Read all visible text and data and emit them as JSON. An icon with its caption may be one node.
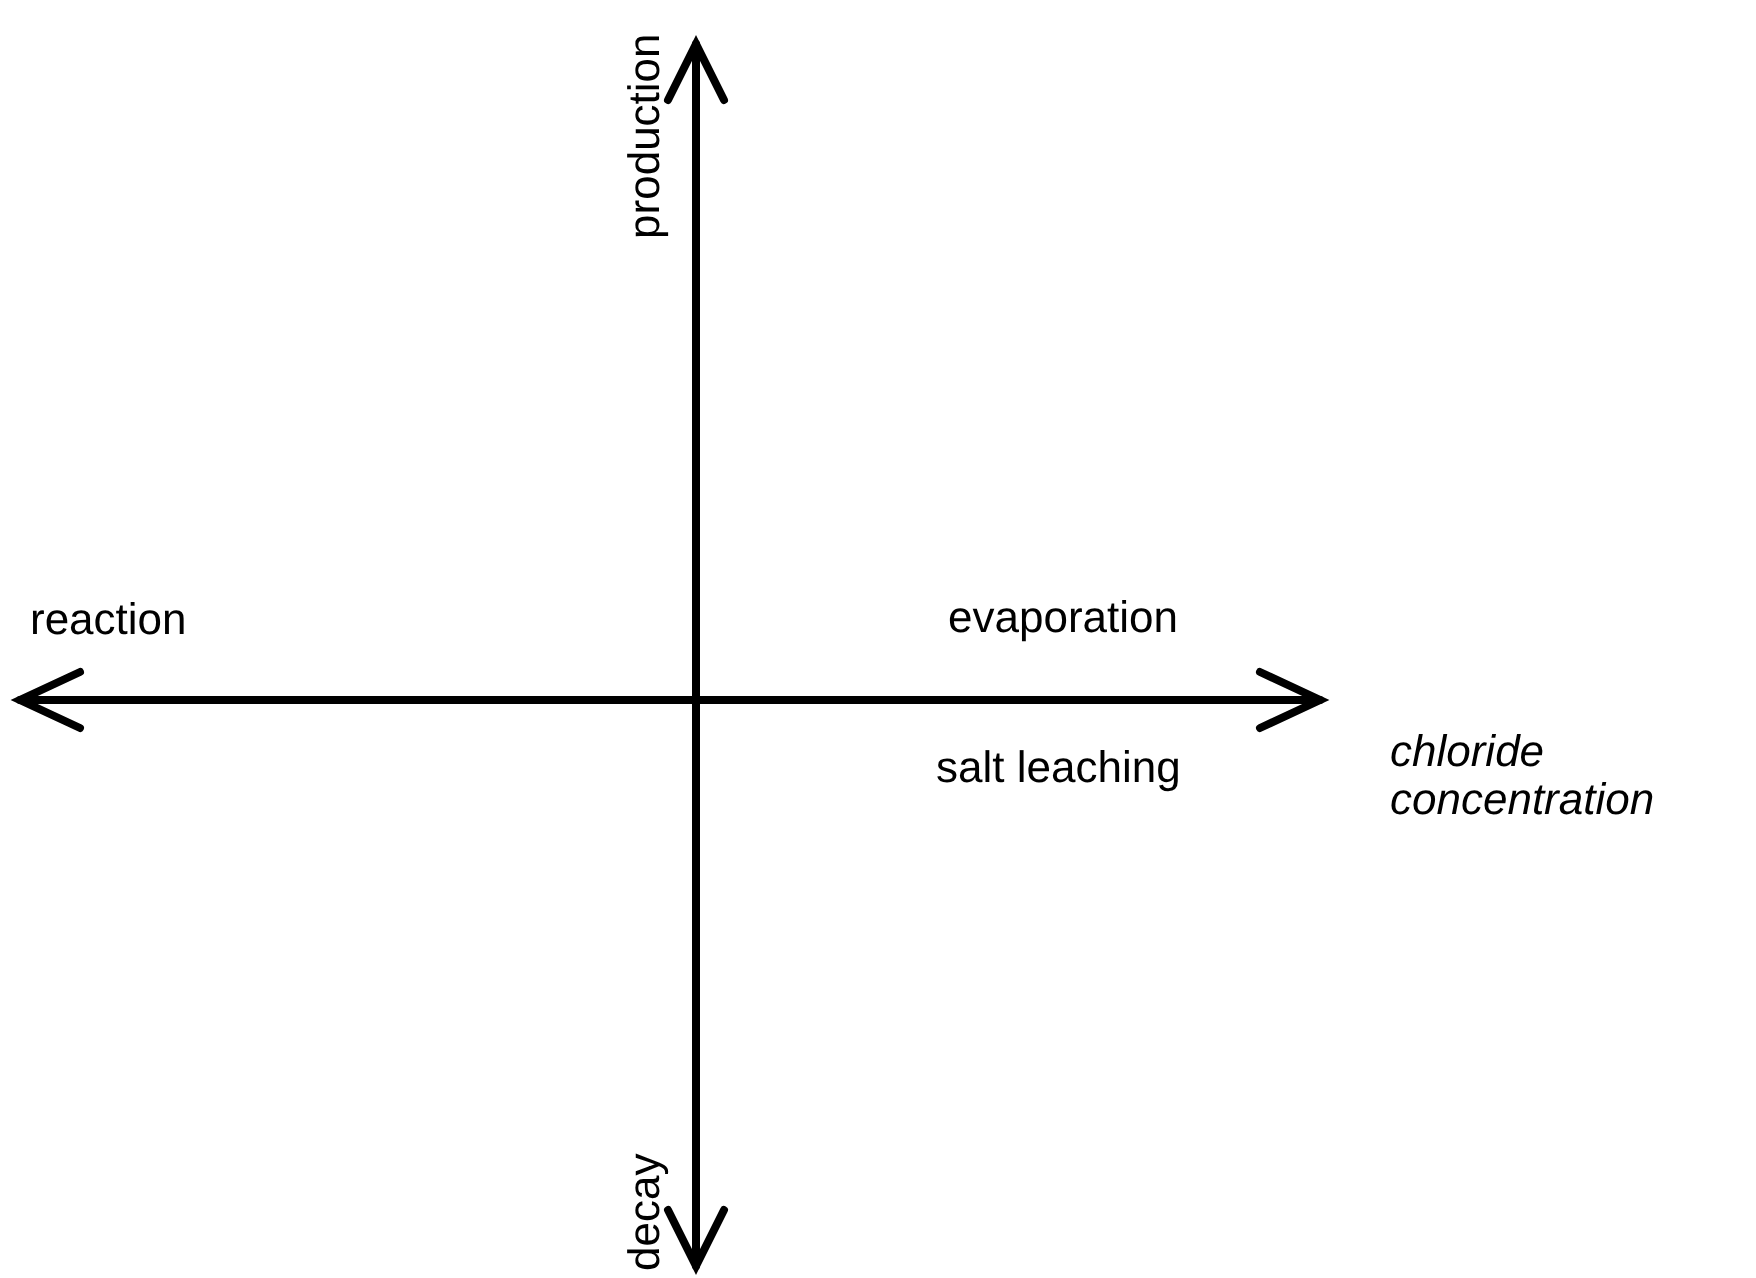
{
  "diagram": {
    "labels": [
      "production",
      "reaction",
      "evaporation",
      "chloride concentration",
      "salt leaching",
      "decay"
    ]
  }
}
